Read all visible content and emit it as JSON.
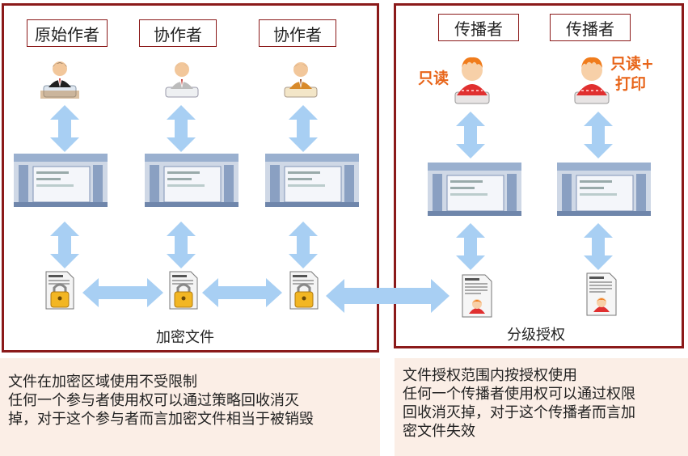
{
  "roles_left": [
    "原始作者",
    "协作者",
    "协作者"
  ],
  "roles_right": [
    "传播者",
    "传播者"
  ],
  "permissions": {
    "a": "只读",
    "b_line1": "只读+",
    "b_line2": "打印"
  },
  "captions": {
    "left": "加密文件",
    "right": "分级授权"
  },
  "note_left": [
    "文件在加密区域使用不受限制",
    "任何一个参与者使用权可以通过策略回收消灭",
    "掉，对于这个参与者而言加密文件相当于被销毁"
  ],
  "note_right": [
    "文件授权范围内按授权使用",
    "任何一个传播者使用权可以通过权限",
    "回收消灭掉，对于这个传播者而言加",
    "密文件失效"
  ],
  "colors": {
    "border": "#8b1a1a",
    "arrow": "#a8cff3",
    "perm": "#e8651a",
    "note_bg": "#fbeee6"
  }
}
